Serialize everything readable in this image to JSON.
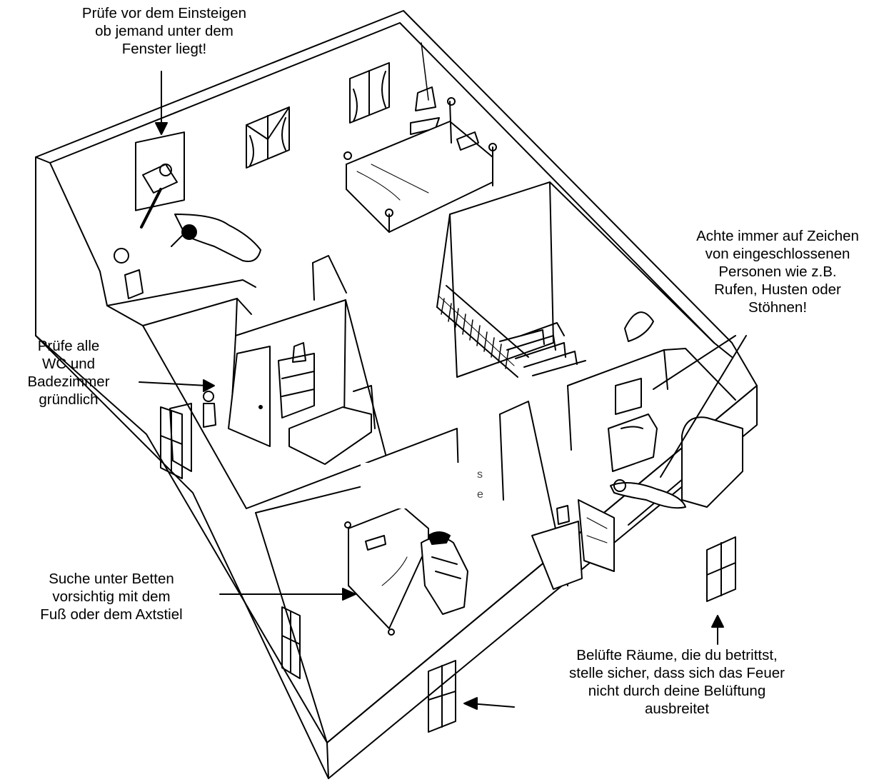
{
  "annotations": {
    "window_check": {
      "lines": [
        "Prüfe vor dem Einsteigen",
        "ob jemand unter dem",
        "Fenster liegt!"
      ],
      "target": "window-with-victim"
    },
    "signs_of_trapped": {
      "lines": [
        "Achte immer auf Zeichen",
        "von eingeschlossenen",
        "Personen wie z.B.",
        "Rufen, Husten oder",
        "Stöhnen!"
      ],
      "target": "bathroom-victim"
    },
    "check_wc": {
      "lines": [
        "Prüfe alle",
        "WC und",
        "Badezimmer",
        "gründlich"
      ],
      "target": "bathroom-left"
    },
    "search_under_beds": {
      "lines": [
        "Suche unter Betten",
        "vorsichtig mit dem",
        "Fuß oder dem Axtstiel"
      ],
      "target": "bed-front"
    },
    "ventilation": {
      "lines": [
        "Belüfte Räume, die du betrittst,",
        "stelle sicher, dass sich das Feuer",
        "nicht durch deine Belüftung",
        "ausbreitet"
      ],
      "target": "front-windows"
    }
  },
  "illustration": {
    "colors": {
      "line": "#000000",
      "background": "#ffffff",
      "whiteout": "#ffffff"
    }
  },
  "residual_text": [
    "s",
    "e"
  ]
}
